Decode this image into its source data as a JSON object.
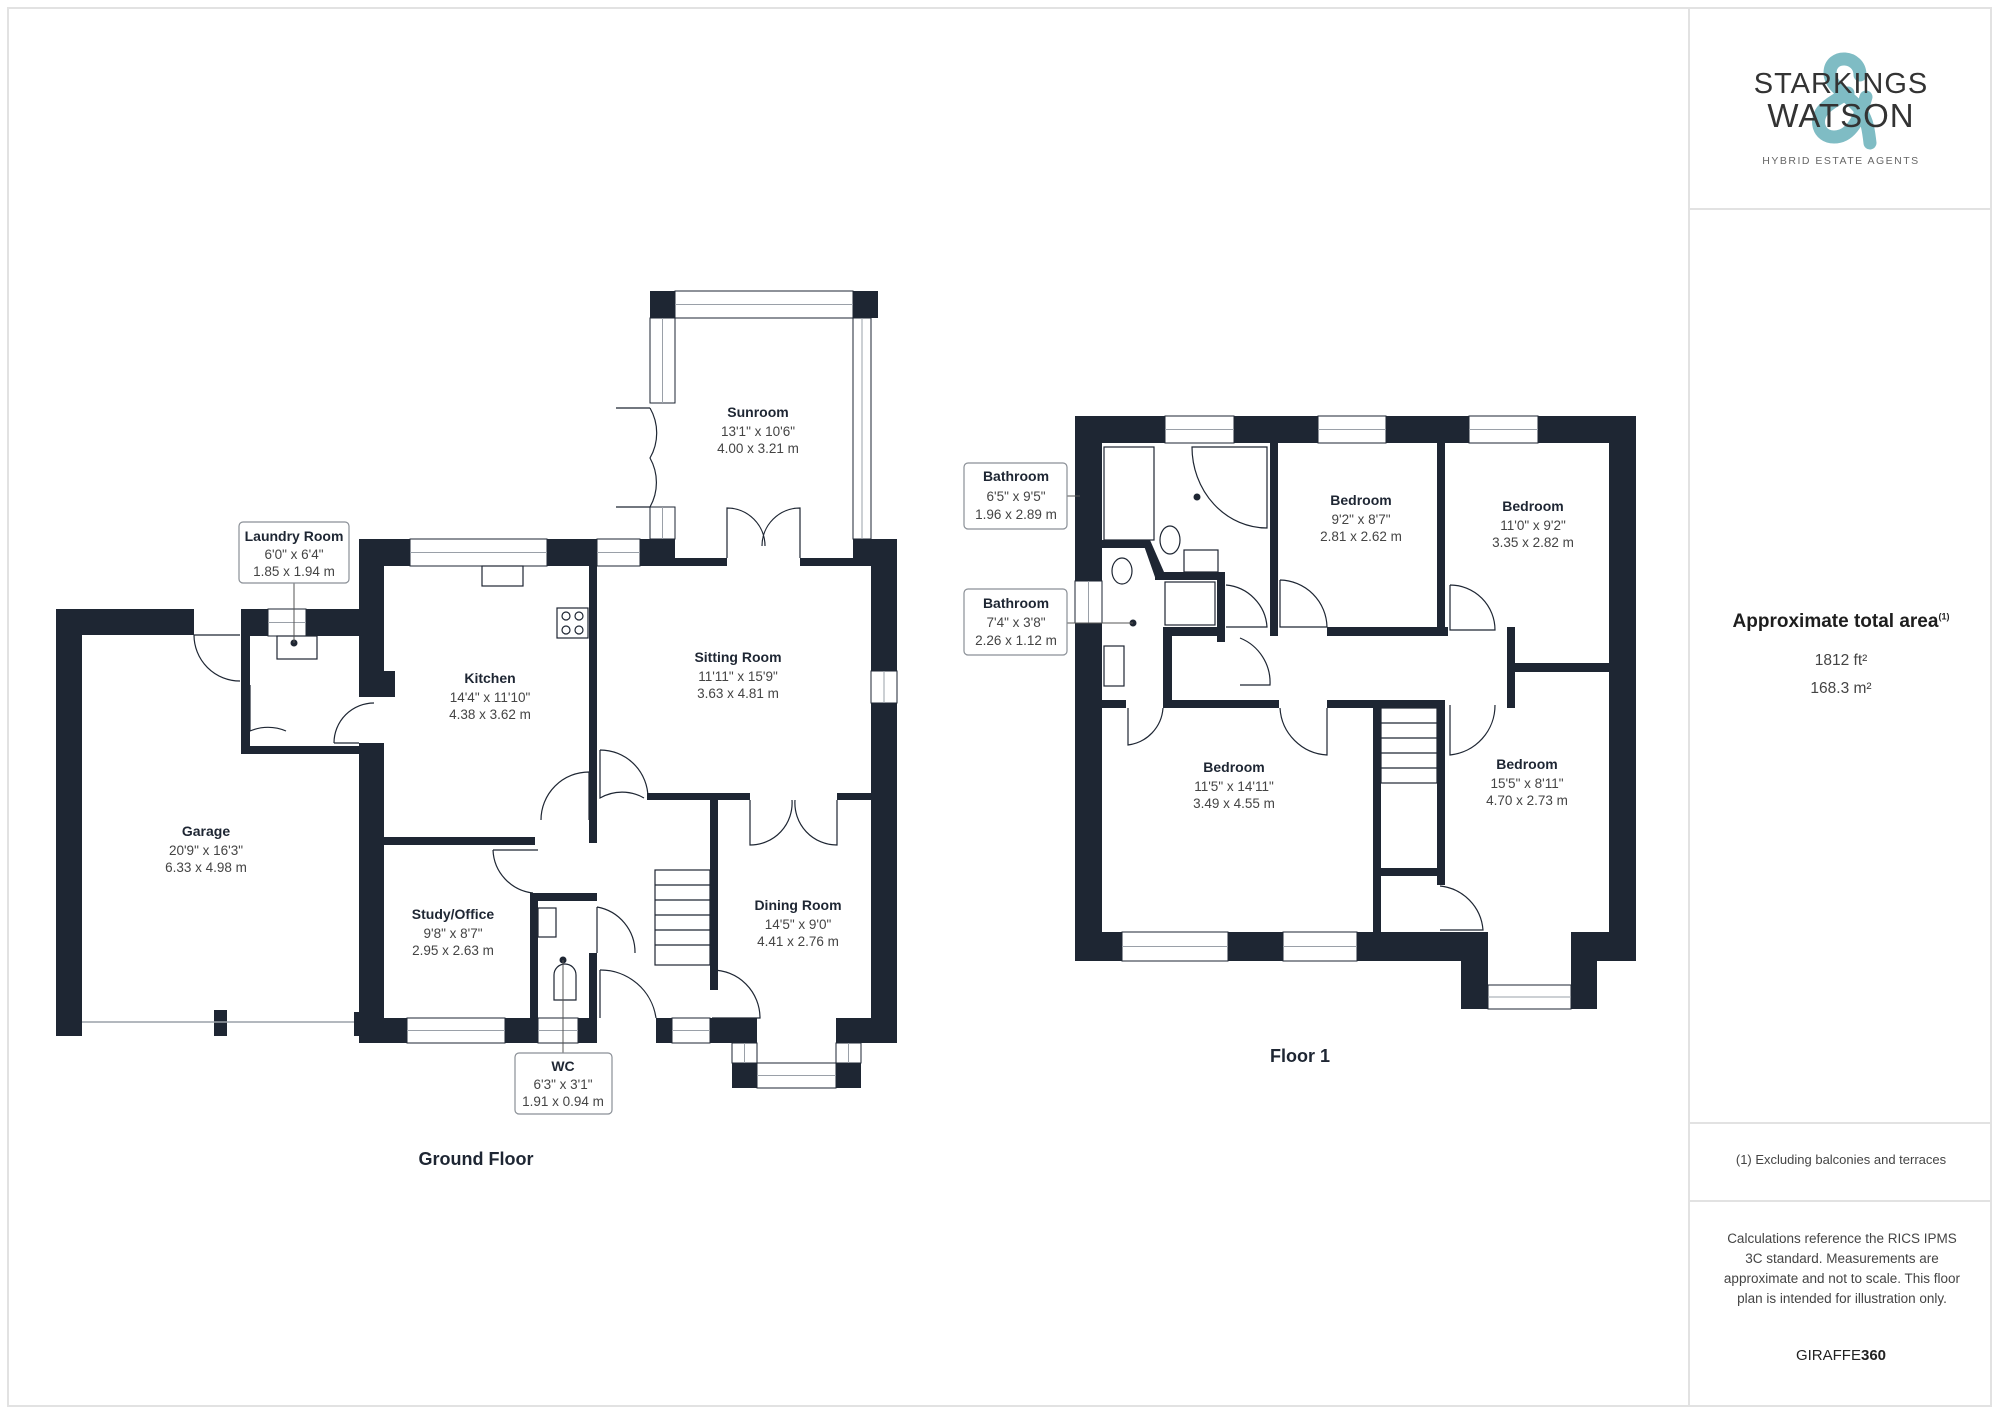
{
  "colors": {
    "wall": "#1e2633",
    "logo_accent": "#7fbcc4",
    "border": "#e2e2e2"
  },
  "ground_floor": {
    "label": "Ground Floor",
    "rooms": {
      "garage": {
        "name": "Garage",
        "imperial": "20'9\" x 16'3\"",
        "metric": "6.33 x 4.98 m"
      },
      "laundry": {
        "name": "Laundry Room",
        "imperial": "6'0\" x 6'4\"",
        "metric": "1.85 x 1.94 m"
      },
      "kitchen": {
        "name": "Kitchen",
        "imperial": "14'4\" x 11'10\"",
        "metric": "4.38 x 3.62 m"
      },
      "sunroom": {
        "name": "Sunroom",
        "imperial": "13'1\" x 10'6\"",
        "metric": "4.00 x 3.21 m"
      },
      "sitting": {
        "name": "Sitting Room",
        "imperial": "11'11\" x 15'9\"",
        "metric": "3.63 x 4.81 m"
      },
      "study": {
        "name": "Study/Office",
        "imperial": "9'8\" x 8'7\"",
        "metric": "2.95 x 2.63 m"
      },
      "dining": {
        "name": "Dining Room",
        "imperial": "14'5\" x 9'0\"",
        "metric": "4.41 x 2.76 m"
      },
      "wc": {
        "name": "WC",
        "imperial": "6'3\" x 3'1\"",
        "metric": "1.91 x 0.94 m"
      }
    }
  },
  "floor_1": {
    "label": "Floor 1",
    "rooms": {
      "bathroom_a": {
        "name": "Bathroom",
        "imperial": "6'5\" x 9'5\"",
        "metric": "1.96 x 2.89 m"
      },
      "bathroom_b": {
        "name": "Bathroom",
        "imperial": "7'4\" x 3'8\"",
        "metric": "2.26 x 1.12 m"
      },
      "bedroom_a": {
        "name": "Bedroom",
        "imperial": "9'2\" x 8'7\"",
        "metric": "2.81 x 2.62 m"
      },
      "bedroom_b": {
        "name": "Bedroom",
        "imperial": "11'0\" x 9'2\"",
        "metric": "3.35 x 2.82 m"
      },
      "bedroom_c": {
        "name": "Bedroom",
        "imperial": "11'5\" x 14'11\"",
        "metric": "3.49 x 4.55 m"
      },
      "bedroom_d": {
        "name": "Bedroom",
        "imperial": "15'5\" x 8'11\"",
        "metric": "4.70 x 2.73 m"
      }
    }
  },
  "panel": {
    "logo": {
      "line1": "STARKINGS",
      "line2": "WATSON",
      "ampersand": "&",
      "tagline": "HYBRID ESTATE AGENTS"
    },
    "area_title": "Approximate total area",
    "area_footnote_marker": "(1)",
    "area_ft": "1812 ft²",
    "area_m": "168.3 m²",
    "footnote": "(1) Excluding balconies and terraces",
    "disclaimer": "Calculations reference the RICS IPMS 3C standard. Measurements are approximate and not to scale. This floor plan is intended for illustration only.",
    "brand_light": "GIRAFFE",
    "brand_bold": "360"
  }
}
